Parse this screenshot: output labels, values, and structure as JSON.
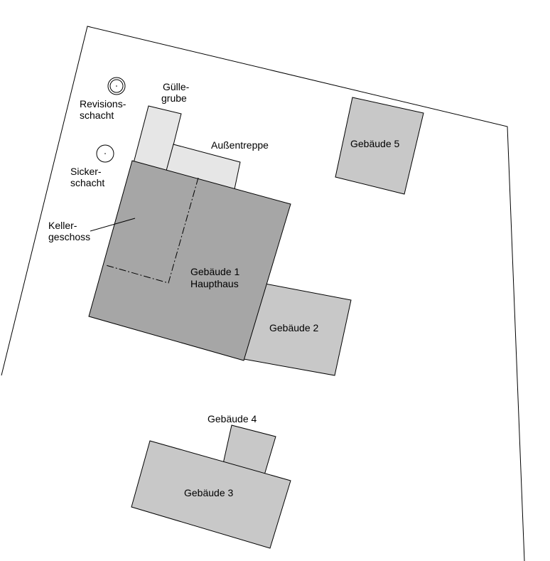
{
  "colors": {
    "background": "#ffffff",
    "line": "#000000",
    "hauptgebaeude": "#a6a6a6",
    "nebengebaeude": "#c8c8c8",
    "anbau": "#e6e6e6"
  },
  "labels": {
    "guelle_1": "Gülle-",
    "guelle_2": "grube",
    "revision_1": "Revisions-",
    "revision_2": "schacht",
    "aussentreppe": "Außentreppe",
    "sicker_1": "Sicker-",
    "sicker_2": "schacht",
    "keller_1": "Keller-",
    "keller_2": "geschoss",
    "gebaeude1_1": "Gebäude 1",
    "gebaeude1_2": "Haupthaus",
    "gebaeude2": "Gebäude 2",
    "gebaeude3": "Gebäude 3",
    "gebaeude4": "Gebäude 4",
    "gebaeude5": "Gebäude 5"
  }
}
